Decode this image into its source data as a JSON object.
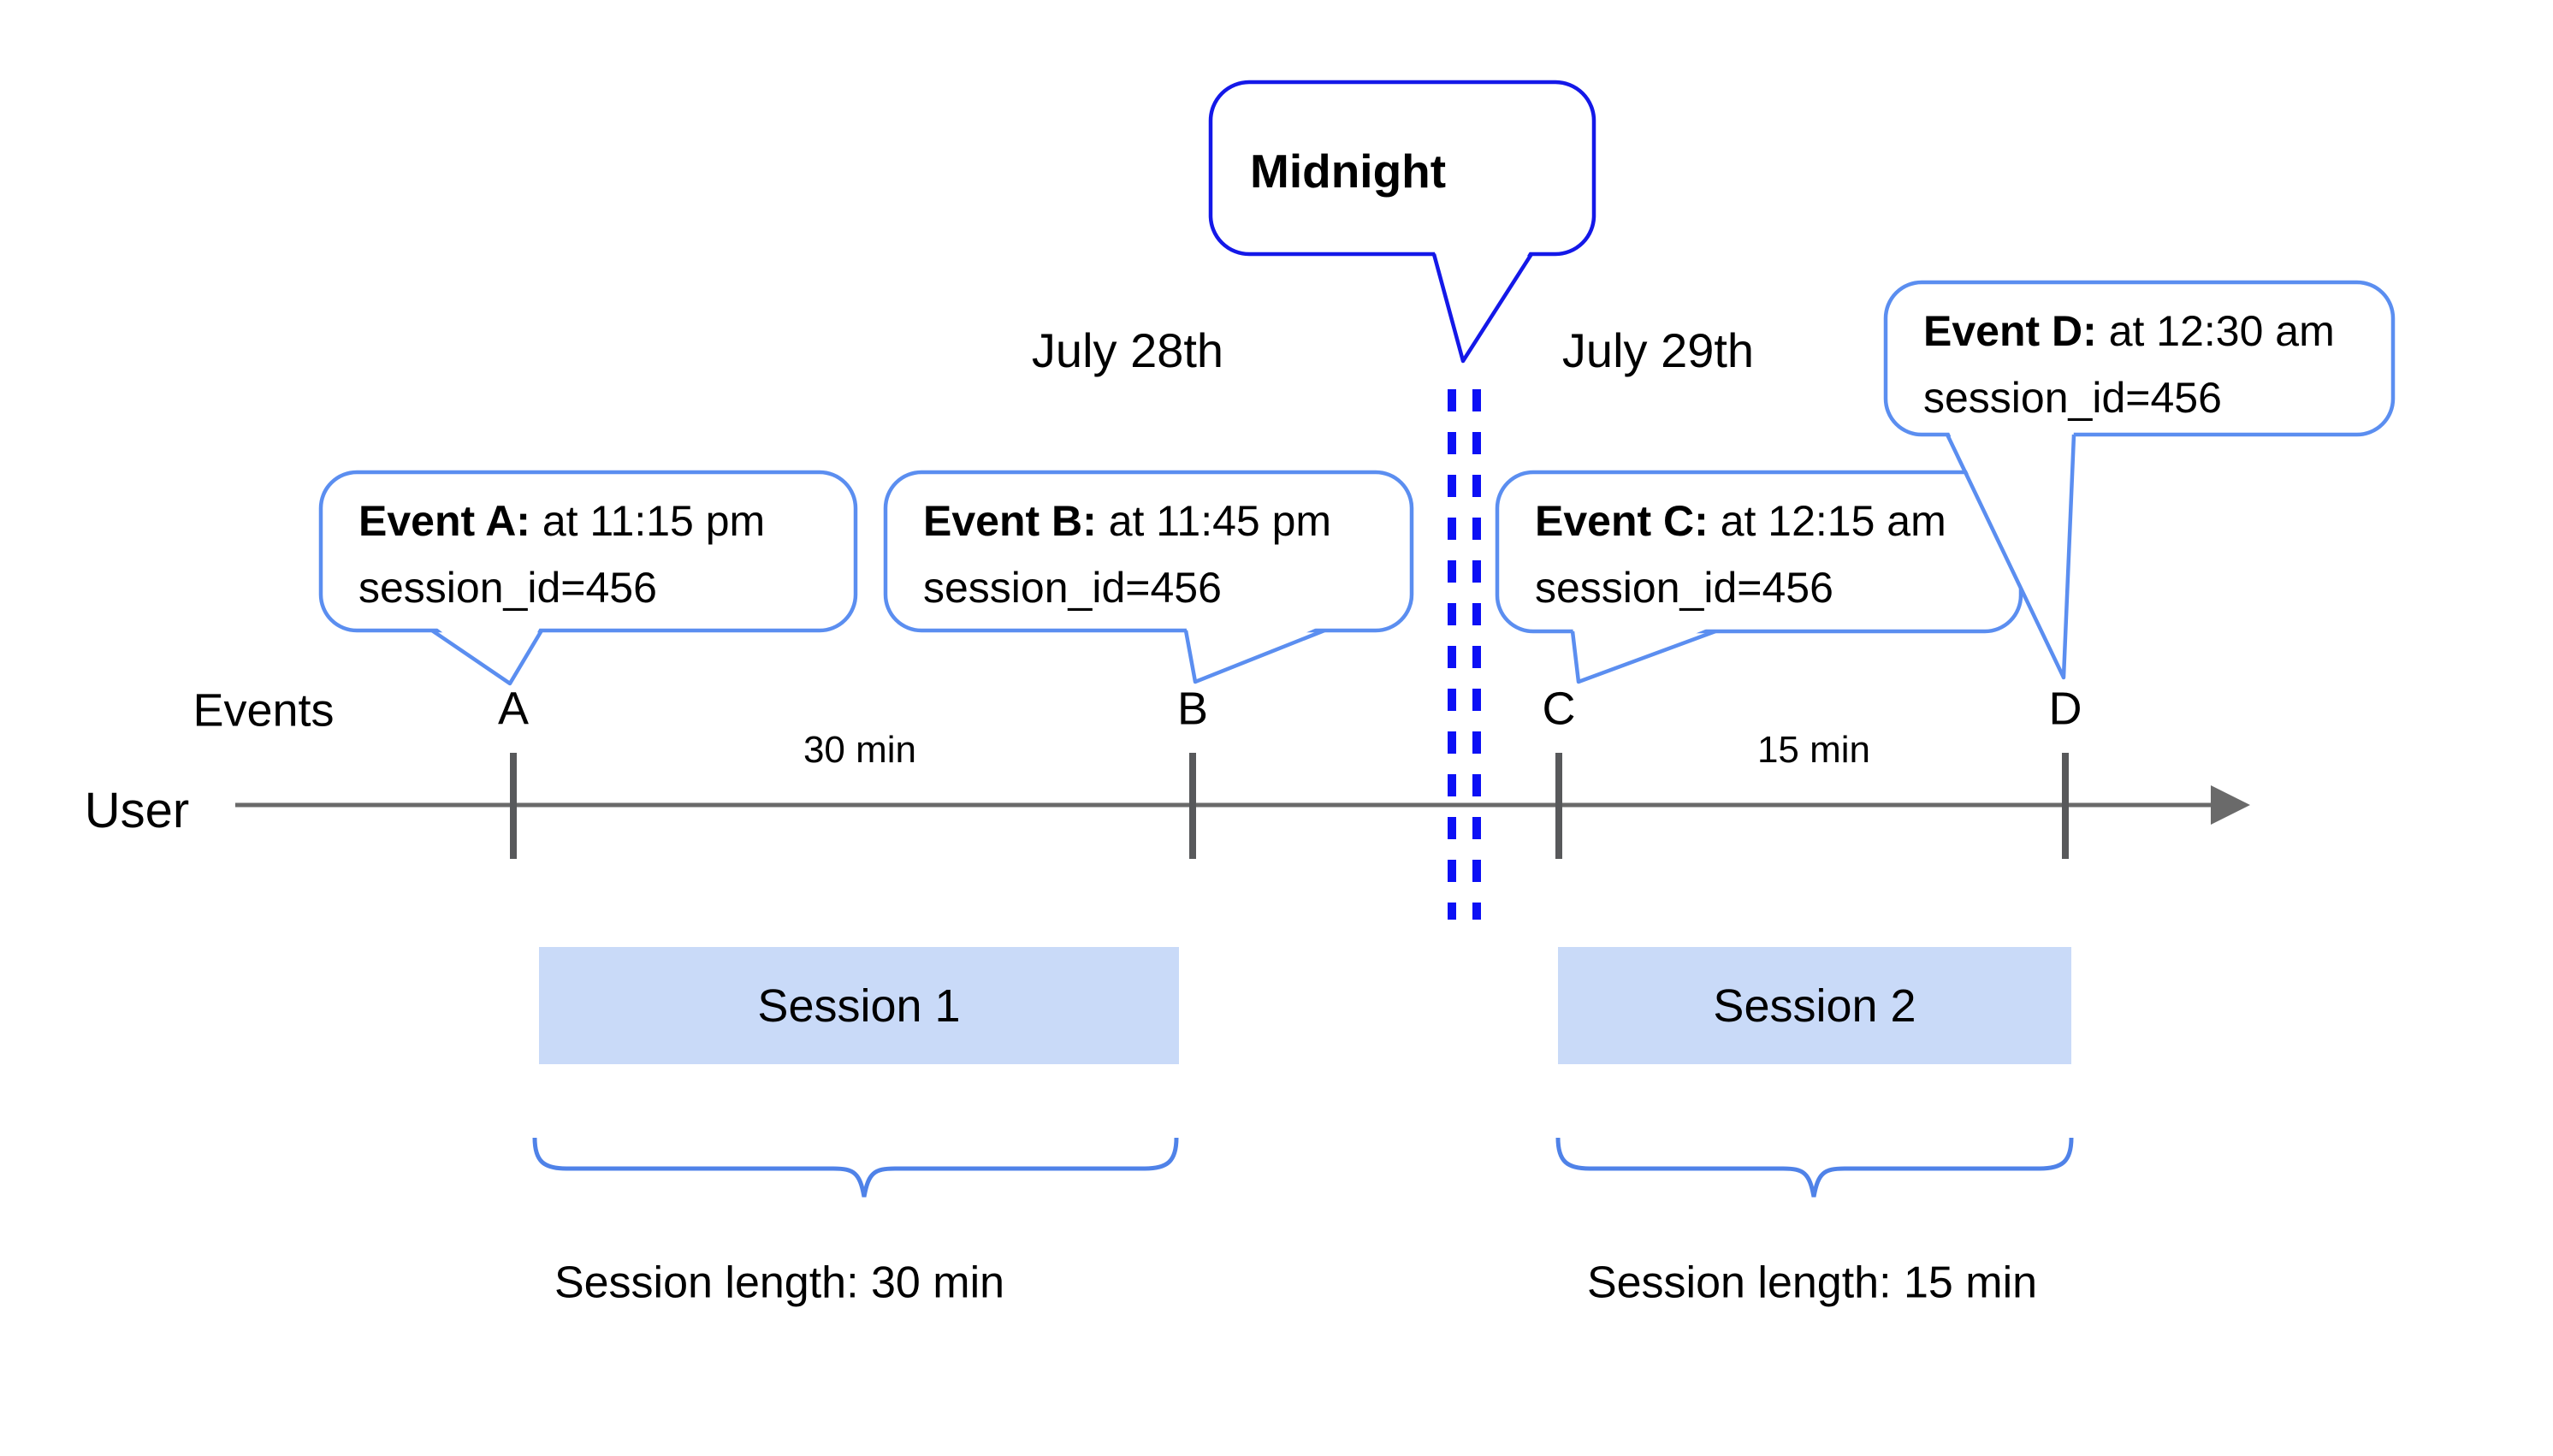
{
  "diagram": {
    "title_hint": "user session timeline across midnight",
    "dates": {
      "left": "July 28th",
      "right": "July 29th"
    },
    "midnight": {
      "label": "Midnight"
    },
    "axis": {
      "events_label": "Events",
      "user_label": "User",
      "interval_left": "30 min",
      "interval_right": "15 min"
    },
    "events": [
      {
        "tick": "A",
        "bold": "Event A:",
        "rest": " at 11:15 pm",
        "session": "session_id=456"
      },
      {
        "tick": "B",
        "bold": "Event B:",
        "rest": " at 11:45 pm",
        "session": "session_id=456"
      },
      {
        "tick": "C",
        "bold": "Event C:",
        "rest": " at 12:15 am",
        "session": "session_id=456"
      },
      {
        "tick": "D",
        "bold": "Event D:",
        "rest": " at 12:30 am",
        "session": "session_id=456"
      }
    ],
    "sessions": [
      {
        "label": "Session 1",
        "length": "Session length: 30 min"
      },
      {
        "label": "Session 2",
        "length": "Session length: 15 min"
      }
    ],
    "colors": {
      "dark_blue_accent": "#1418e8",
      "midnight_dash_blue": "#0c10f5",
      "light_blue_accent": "#5b8ef0",
      "brace_blue": "#4f82e8",
      "session_fill": "#c9daf8",
      "timeline_gray": "#6a6a6a",
      "tick_gray": "#58595b",
      "text_black": "#000000"
    }
  }
}
